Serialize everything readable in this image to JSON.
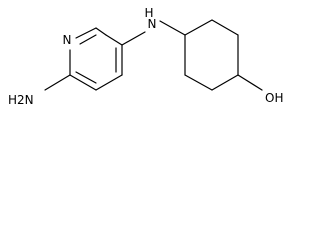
{
  "molecule": {
    "atoms": {
      "ring_nitrogen": "N",
      "amine_nh": "H",
      "amine_n": "N",
      "amino_h2n": "H2N",
      "hydroxyl": "OH"
    },
    "bond_color": "#000000"
  }
}
